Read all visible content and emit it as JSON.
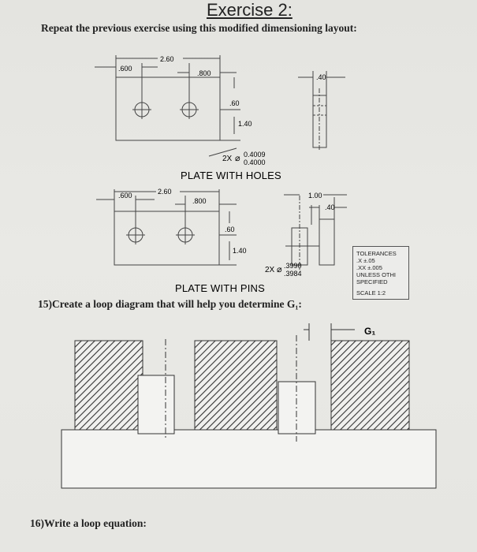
{
  "header": {
    "title": "Exercise 2:",
    "instruction": "Repeat the previous exercise using this modified dimensioning layout:"
  },
  "holes": {
    "d_600": ".600",
    "d_260": "2.60",
    "d_800": ".800",
    "d_60": ".60",
    "d_140": "1.40",
    "d_40": ".40",
    "count": "2X",
    "dia_upper": "0.4009",
    "dia_lower": "0.4000",
    "caption": "PLATE WITH HOLES"
  },
  "pins": {
    "d_600": ".600",
    "d_260": "2.60",
    "d_800": ".800",
    "d_60": ".60",
    "d_140": "1.40",
    "d_100": "1.00",
    "d_40": ".40",
    "count": "2X",
    "dia_upper": ".3990",
    "dia_lower": ".3984",
    "caption": "PLATE WITH PINS"
  },
  "tolerances": {
    "heading": "TOLERANCES",
    "x_row": ".X    ±.05",
    "xx_row": ".XX   ±.005",
    "unless": "UNLESS OTHI",
    "specified": "SPECIFIED",
    "scale": "SCALE 1:2"
  },
  "questions": {
    "q15": "15)Create a loop diagram that will help you determine G₁:",
    "q16": "16)Write a loop equation:"
  },
  "assembly": {
    "gap_label": "G₁"
  }
}
